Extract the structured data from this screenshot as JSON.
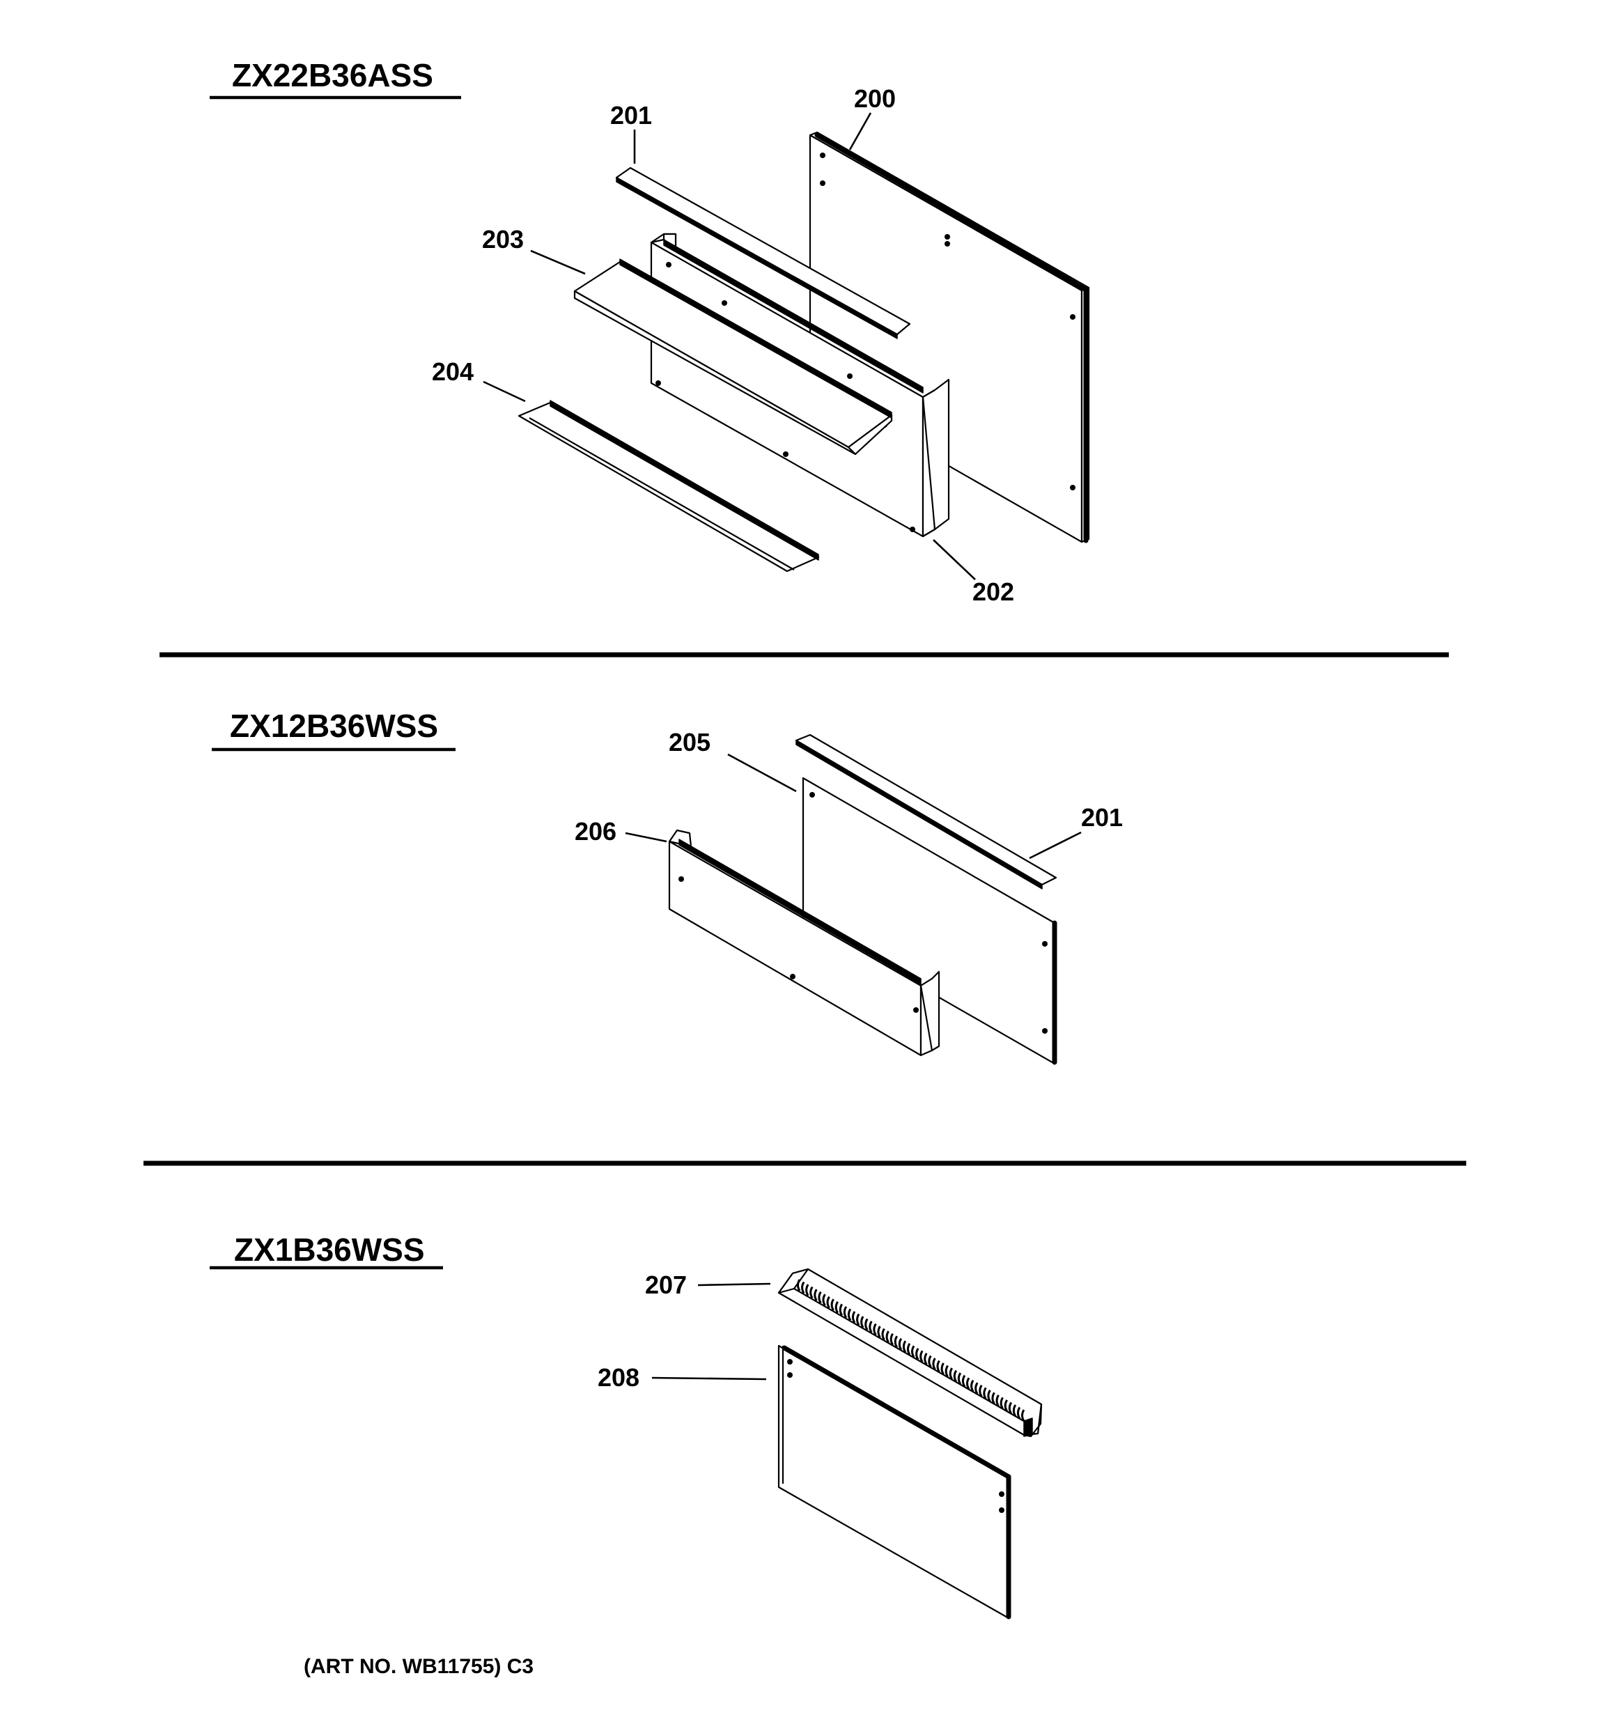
{
  "sections": [
    {
      "model": "ZX22B36ASS",
      "callouts": [
        "201",
        "200",
        "203",
        "204",
        "202"
      ]
    },
    {
      "model": "ZX12B36WSS",
      "callouts": [
        "205",
        "206",
        "201"
      ]
    },
    {
      "model": "ZX1B36WSS",
      "callouts": [
        "207",
        "208"
      ]
    }
  ],
  "art_number": "(ART NO. WB11755) C3"
}
